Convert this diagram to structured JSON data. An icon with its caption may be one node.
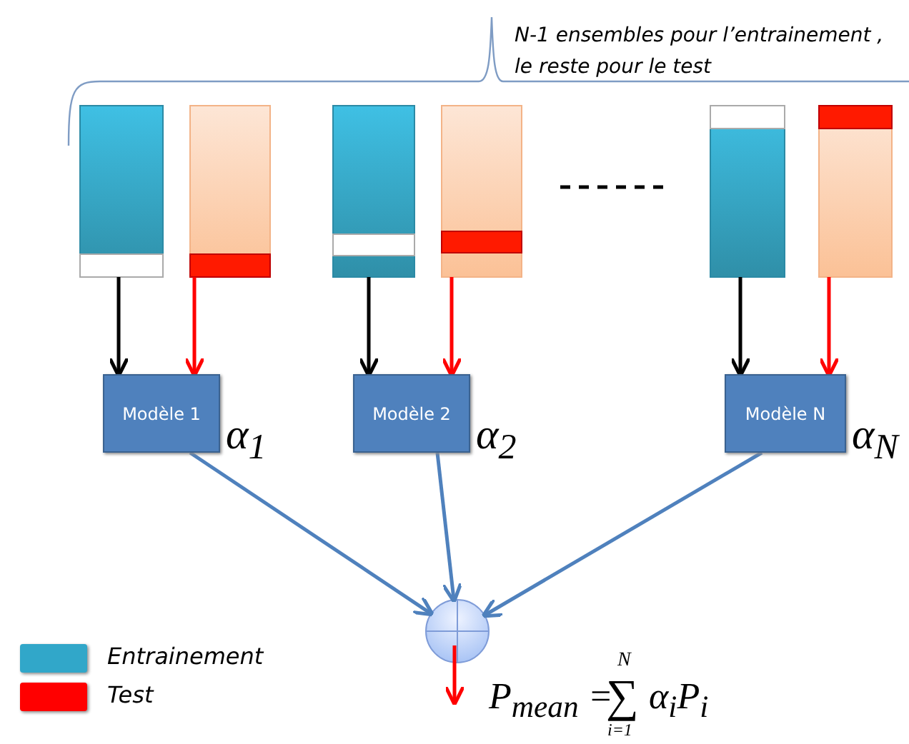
{
  "diagram": {
    "nodes": [
      {
        "text": [],
        "shape": "bar"
      },
      {
        "text": [],
        "shape": "bar"
      },
      {
        "text": [],
        "shape": "bar"
      },
      {
        "text": [],
        "shape": "bar"
      },
      {
        "text": [],
        "shape": "bar"
      },
      {
        "text": [],
        "shape": "bar"
      },
      {
        "text": [
          "Modèle 1"
        ],
        "beside": [
          "α$_{1}$"
        ]
      },
      {
        "text": [
          "Modèle 2"
        ],
        "beside": [
          "α$_{2}$"
        ]
      },
      {
        "text": [
          "Modèle N"
        ],
        "beside": [
          "α$_{N}$"
        ]
      },
      {
        "text": [],
        "shape": "circle"
      }
    ],
    "edges": [
      {
        "from": 0,
        "to": 6,
        "arrow": "to",
        "color": "#000000"
      },
      {
        "from": 1,
        "to": 6,
        "arrow": "to",
        "color": "#ff0000"
      },
      {
        "from": 2,
        "to": 7,
        "arrow": "to",
        "color": "#000000"
      },
      {
        "from": 3,
        "to": 7,
        "arrow": "to",
        "color": "#ff0000"
      },
      {
        "from": 4,
        "to": 8,
        "arrow": "to",
        "color": "#000000"
      },
      {
        "from": 5,
        "to": 8,
        "arrow": "to",
        "color": "#ff0000"
      },
      {
        "from": 6,
        "to": 9,
        "arrow": "to",
        "color": "#4f81bd"
      },
      {
        "from": 7,
        "to": 9,
        "arrow": "to",
        "color": "#4f81bd"
      },
      {
        "from": 8,
        "to": 9,
        "arrow": "to",
        "color": "#4f81bd"
      },
      {
        "from": 9,
        "to": null,
        "arrow": "to",
        "color": "#ff0000"
      }
    ],
    "labels": [
      "N-1 ensembles pour l’entrainement , le reste pour le test",
      "P$_{mean}$ =",
      "N",
      "∑",
      "i=1",
      "α$_{i}$P$_{i}$"
    ],
    "legend": [
      {
        "text": "Entrainement",
        "color": "#31a7c9"
      },
      {
        "text": "Test",
        "color": "#ff0000"
      }
    ]
  }
}
